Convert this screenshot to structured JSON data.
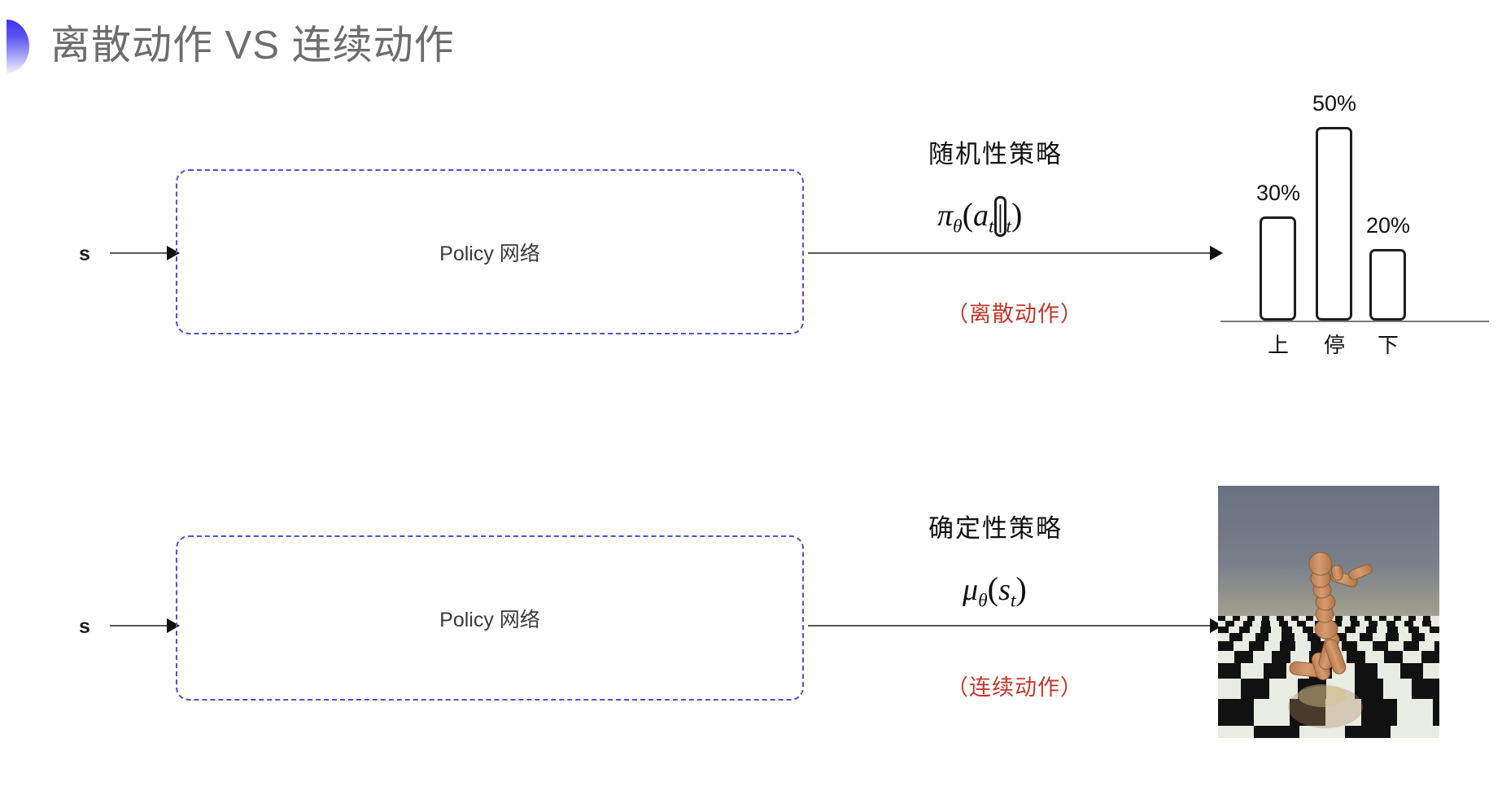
{
  "slide": {
    "title": "离散动作 VS 连续动作",
    "decor_gradient_top": "#3b36ee",
    "decor_gradient_bottom": "#efeffd",
    "title_color": "#6d6d6d",
    "background": "#ffffff"
  },
  "rows": [
    {
      "input_label": "s",
      "box_label": "Policy 网络",
      "policy_name": "随机性策略",
      "formula": "πθ(at|st)",
      "formula_parts": {
        "symbol": "π",
        "symbol_sub": "θ",
        "open": "(",
        "arg1": "a",
        "arg1_sub": "t",
        "bar": "|",
        "arg2": "s",
        "arg2_sub": "t",
        "close": ")"
      },
      "red_note": "（离散动作）",
      "red_note_color": "#c0392b"
    },
    {
      "input_label": "s",
      "box_label": "Policy 网络",
      "policy_name": "确定性策略",
      "formula": "μθ(st)",
      "formula_parts": {
        "symbol": "μ",
        "symbol_sub": "θ",
        "open": "(",
        "arg1": "s",
        "arg1_sub": "t",
        "close": ")"
      },
      "red_note": "（连续动作）",
      "red_note_color": "#c0392b"
    }
  ],
  "chart_data": {
    "type": "bar",
    "title": "",
    "categories": [
      "上",
      "停",
      "下"
    ],
    "values": [
      30,
      50,
      20
    ],
    "value_labels": [
      "30%",
      "50%",
      "20%"
    ],
    "xlabel": "",
    "ylabel": "",
    "ylim": [
      0,
      60
    ],
    "grid": false,
    "legend": "none",
    "bar_fill": "#ffffff",
    "bar_stroke": "#1d1d1d"
  },
  "sim_image": {
    "caption": "",
    "description": "humanoid-running-simulation",
    "sky_color": "#6d7580",
    "floor_light": "#f2f4ea",
    "floor_dark": "#0d0d0d",
    "body_color": "#cb9268"
  }
}
